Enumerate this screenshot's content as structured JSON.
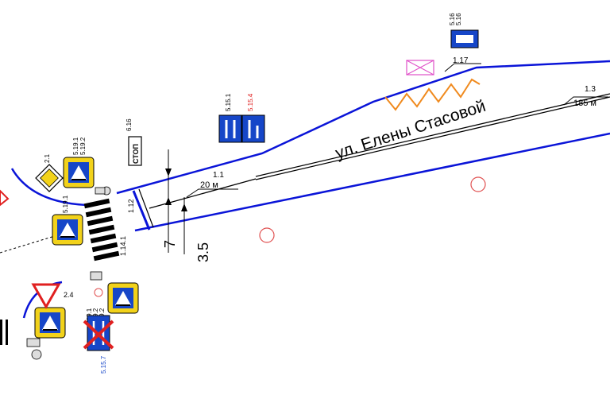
{
  "street": {
    "name": "ул. Елены Стасовой"
  },
  "dims": {
    "width_1": "7",
    "width_2": "3.5"
  },
  "markings": {
    "m1_1": "1.1",
    "len_1_1": "20 м",
    "m1_3": "1.3",
    "len_1_3": "185 м",
    "m1_12": "1.12",
    "m1_14_1": "1.14.1",
    "m1_17": "1.17"
  },
  "signs": {
    "s2_1": "2.1",
    "s2_4": "2.4",
    "s5_19_1": "5.19.1",
    "s5_19_2": "5.19.2",
    "s5_19_1b": "5.19.1",
    "s5_19_2b": "5.19.2",
    "s5_19_1c": "5.19.1",
    "s5_19_2c": "5.19.2",
    "s5_15_1": "5.15.1",
    "s5_15_4": "5.15.4",
    "s5_15_7": "5.15.7",
    "s5_16": "5.16",
    "s6_16": "6.16",
    "stop_text": "СТОП",
    "s5_16_top": "5.16"
  },
  "colors": {
    "road_edge": "#0a14d8",
    "sign_blue": "#1646c8",
    "sign_yellow": "#f2d21a",
    "orange": "#f08a1e",
    "utility": "#e05050",
    "pink": "#e050c8"
  }
}
